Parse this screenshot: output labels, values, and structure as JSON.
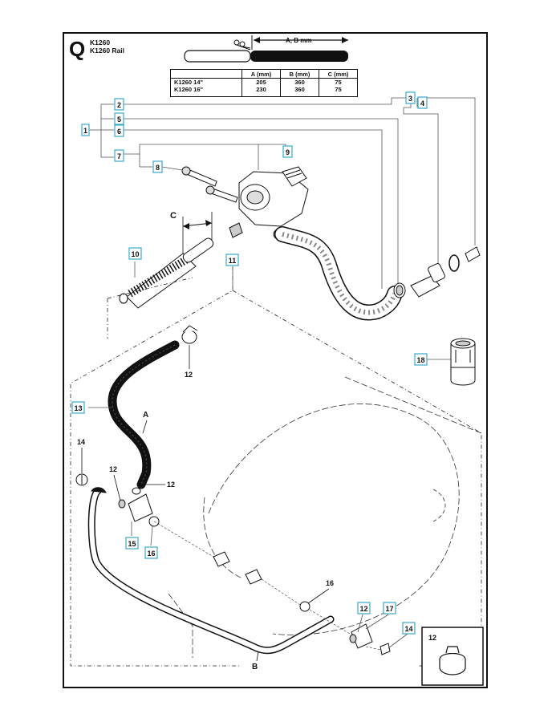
{
  "header": {
    "section_letter": "Q",
    "models": [
      "K1260",
      "K1260 Rail"
    ]
  },
  "dimension_arrow_label": "A, B mm",
  "dimension_table": {
    "columns": [
      "",
      "A (mm)",
      "B (mm)",
      "C (mm)"
    ],
    "rows": [
      {
        "model": "K1260 14\"\nK1260 16\"",
        "a": "205\n230",
        "b": "360\n360",
        "c": "75\n75"
      }
    ]
  },
  "callouts": [
    "1",
    "2",
    "3",
    "4",
    "5",
    "6",
    "7",
    "8",
    "9",
    "10",
    "11",
    "12",
    "13",
    "14",
    "15",
    "16",
    "17",
    "18"
  ],
  "plain_labels": {
    "dim_c": "C",
    "dim_a": "A",
    "dim_b": "B",
    "p12a": "12",
    "p12b": "12",
    "p12c": "12",
    "p14a": "14",
    "p16a": "16"
  },
  "inset": {
    "label": "12"
  },
  "colors": {
    "callout_border": "#3aa7c9",
    "line": "#111111",
    "page": "#ffffff"
  }
}
